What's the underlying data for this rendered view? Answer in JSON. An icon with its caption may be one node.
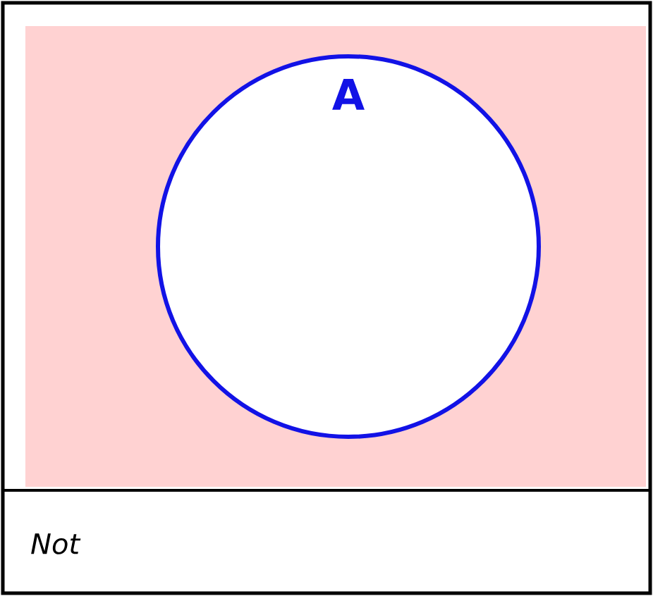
{
  "diagram": {
    "caption": "Not",
    "nodes": [
      {
        "text": [],
        "shape": "box"
      },
      {
        "text": [
          "A"
        ],
        "in": 0
      }
    ]
  }
}
